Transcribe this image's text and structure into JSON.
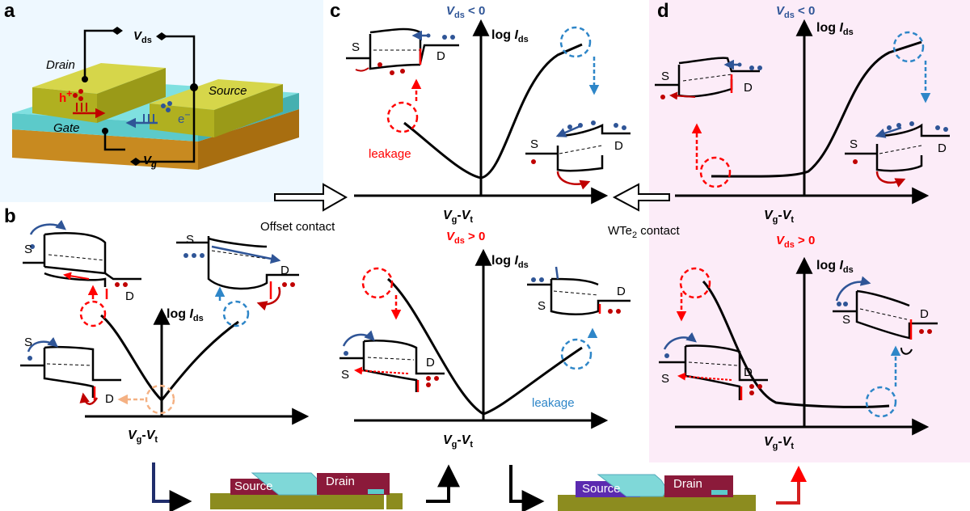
{
  "panels": {
    "a": "a",
    "b": "b",
    "c": "c",
    "d": "d"
  },
  "device": {
    "drain": "Drain",
    "source": "Source",
    "gate": "Gate",
    "hole": "h",
    "hole_sup": "+",
    "electron": "e",
    "electron_sup": "−",
    "vds": "V",
    "vds_sub": "ds",
    "vg": "V",
    "vg_sub": "g"
  },
  "axes": {
    "ylabel_log": "log ",
    "ylabel_I": "I",
    "ylabel_sub": "ds",
    "xlabel_v": "V",
    "xlabel_g": "g",
    "xlabel_dash": "-",
    "xlabel_t": "t"
  },
  "band_labels": {
    "S": "S",
    "D": "D"
  },
  "conditions": {
    "neg_v": "V",
    "neg_sub": "ds",
    "neg_rel": " < 0",
    "pos_v": "V",
    "pos_sub": "ds",
    "pos_rel": " > 0"
  },
  "annotations": {
    "leakage": "leakage",
    "offset_contact": "Offset contact",
    "wte2_contact": "WTe",
    "wte2_sub": "2",
    "wte2_rest": " contact"
  },
  "schematics": {
    "source": "Source",
    "drain": "Drain"
  },
  "colors": {
    "panel_a_bg": "#eef8ff",
    "panel_d_bg": "#fcecf8",
    "electron_blue": "#2f5597",
    "hole_red": "#c00000",
    "dash_red": "#ff0000",
    "dash_blue": "#2e86c8",
    "dash_orange": "#f4b183",
    "source_fill": "#8b1a3a",
    "wte2_fill": "#5b2ab0",
    "substrate": "#8c8c1f"
  }
}
